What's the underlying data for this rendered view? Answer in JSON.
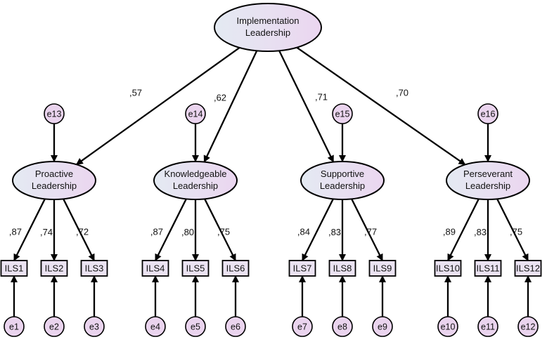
{
  "colors": {
    "node_fill_start": "#e4eaf2",
    "node_fill_end": "#ebd6f0",
    "error_fill": "#ead4ee",
    "box_fill": "#ebe3f2",
    "stroke": "#000000"
  },
  "top_factor": {
    "id": "impl",
    "label_lines": [
      "Implementation",
      "Leadership"
    ]
  },
  "factors": [
    {
      "id": "proactive",
      "label_lines": [
        "Proactive",
        "Leadership"
      ],
      "loading": ",57",
      "error": "e13",
      "items": [
        {
          "label": "ILS1",
          "loading": ",87",
          "error": "e1"
        },
        {
          "label": "ILS2",
          "loading": ",74",
          "error": "e2"
        },
        {
          "label": "ILS3",
          "loading": ",72",
          "error": "e3"
        }
      ]
    },
    {
      "id": "knowledgeable",
      "label_lines": [
        "Knowledgeable",
        "Leadership"
      ],
      "loading": ",62",
      "error": "e14",
      "items": [
        {
          "label": "ILS4",
          "loading": ",87",
          "error": "e4"
        },
        {
          "label": "ILS5",
          "loading": ",80",
          "error": "e5"
        },
        {
          "label": "ILS6",
          "loading": ",75",
          "error": "e6"
        }
      ]
    },
    {
      "id": "supportive",
      "label_lines": [
        "Supportive",
        "Leadership"
      ],
      "loading": ",71",
      "error": "e15",
      "items": [
        {
          "label": "ILS7",
          "loading": ",84",
          "error": "e7"
        },
        {
          "label": "ILS8",
          "loading": ",83",
          "error": "e8"
        },
        {
          "label": "ILS9",
          "loading": ",77",
          "error": "e9"
        }
      ]
    },
    {
      "id": "perseverant",
      "label_lines": [
        "Perseverant",
        "Leadership"
      ],
      "loading": ",70",
      "error": "e16",
      "items": [
        {
          "label": "ILS10",
          "loading": ",89",
          "error": "e10"
        },
        {
          "label": "ILS11",
          "loading": ",83",
          "error": "e11"
        },
        {
          "label": "ILS12",
          "loading": ",75",
          "error": "e12"
        }
      ]
    }
  ]
}
